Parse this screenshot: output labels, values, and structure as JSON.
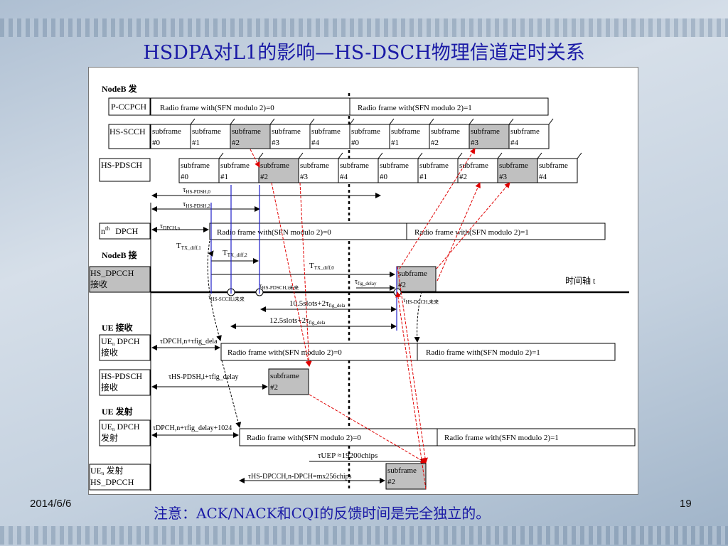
{
  "title": "HSDPA对L1的影响—HS-DSCH物理信道定时关系",
  "footer": {
    "date": "2014/6/6",
    "page": "19",
    "note": "注意：ACK/NACK和CQI的反馈时间是完全独立的。"
  },
  "diagram": {
    "section_nodeb_send": "NodeB 发",
    "section_nodeb_recv": "NodeB 接",
    "section_ue_recv": "UE 接收",
    "section_ue_send": "UE 发射",
    "row_pccpch": "P-CCPCH",
    "row_hsscch": "HS-SCCH",
    "row_hspdsch": "HS-PDSCH",
    "row_dpch": "DPCH",
    "row_dpch_sup": "th",
    "row_dpch_pre": "n",
    "row_hsdpcch_recv_1": "HS_DPCCH",
    "row_hsdpcch_recv_2": "接收",
    "row_ue_dpch_1": "UE",
    "row_ue_dpch_sub": "n",
    "row_ue_dpch_2": " DPCH",
    "row_ue_dpch_3": "接收",
    "row_ue_hspdsch_1": "HS-PDSCH",
    "row_ue_hspdsch_2": "接收",
    "row_ue_dpch_tx_1": "UE",
    "row_ue_dpch_tx_2": " DPCH",
    "row_ue_dpch_tx_3": "发射",
    "row_ue_hsdpcch_tx_1": "UE",
    "row_ue_hsdpcch_tx_2": " 发射",
    "row_ue_hsdpcch_tx_3": "HS_DPCCH",
    "frame0": "Radio frame with(SFN modulo 2)=0",
    "frame1": "Radio frame with(SFN modulo 2)=1",
    "subframe": "subframe",
    "sub_nums": [
      "#0",
      "#1",
      "#2",
      "#3",
      "#4"
    ],
    "time_axis": "时间轴 t",
    "tau_hspdsch0": "τ",
    "tau_hspdsch0_sub": "HS-PDSH,0",
    "tau_hspdsch2_sub": "HS-PDSH,2",
    "tau_dpchn_sub": "DPCH,n",
    "tx_diff_1_sub": "TX_diff,1",
    "tx_diff_2_sub": "TX_diff,2",
    "tx_diff_0_sub": "TX_diff,0",
    "tau_hspdsch_k": "HS-PDSCH,i未来",
    "tau_fig_delay_sub": "fig_delay",
    "tau_hsscch_sub": "HS-SCCH,i未来",
    "tau_hsdcch_sub": "HS-DCCH,未来",
    "slots_105": "10.5slots+2τ",
    "slots_125": "12.5slots+2τ",
    "fig_dela_sub": "fig_dela",
    "ue_dpch_label": "τDPCH,n+τfig_dela",
    "ue_hspdsch_label": "τHS-PDSH,i+τfig_delay",
    "ue_tx_label": "τDPCH,n+τfig_delay+1024",
    "tuep_label": "τUEP ≈19200chips",
    "hsdpcch_last_label": "τHS-DPCCH,n-DPCH=mx256chips",
    "colors": {
      "grey": "#c0c0c0",
      "red": "#e00000",
      "blue": "#2020c8"
    }
  }
}
